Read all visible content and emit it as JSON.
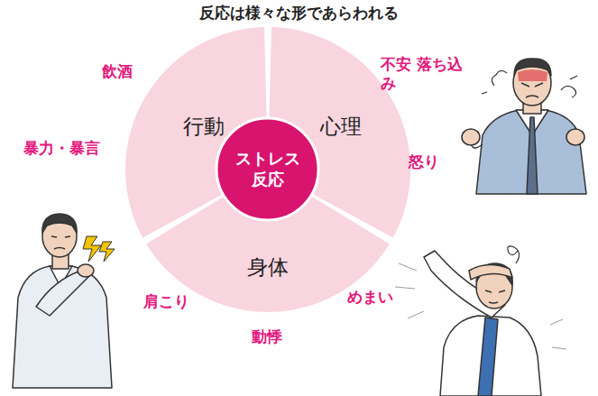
{
  "diagram": {
    "title": "反応は様々な形であらわれる",
    "nodes": [
      {
        "text": [
          "行動"
        ]
      },
      {
        "text": [
          "心理"
        ]
      },
      {
        "text": [
          "身体"
        ]
      },
      {
        "text": [
          "ストレス 反応"
        ]
      }
    ],
    "labels": [
      "飲酒",
      "暴力・暴言",
      "不安 落ち込み",
      "怒り",
      "肩こり",
      "動悸",
      "めまい"
    ]
  }
}
